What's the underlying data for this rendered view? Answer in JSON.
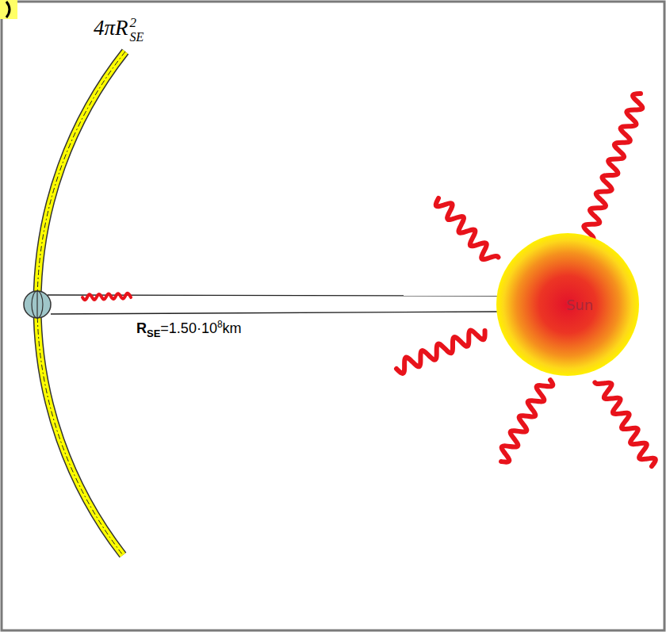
{
  "diagram": {
    "nodes": [
      {
        "text": [
          "Sun"
        ]
      }
    ],
    "labels": [
      "4πR",
      "2",
      "SE",
      "R",
      "SE",
      "=1.50·10",
      "8",
      "km"
    ]
  }
}
